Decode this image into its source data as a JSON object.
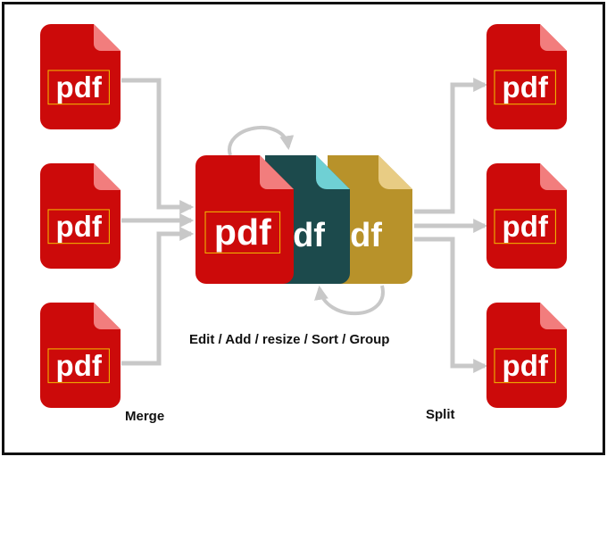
{
  "diagram": {
    "colors": {
      "red_file": "#cc0a0a",
      "red_fold": "#f27d7d",
      "teal_file": "#1c4a4c",
      "teal_fold": "#6fd0d4",
      "gold_file": "#b8922a",
      "gold_fold": "#e8cc84",
      "label_box": "#f2c000",
      "arrow": "#c8c8c8",
      "frame": "#111111"
    },
    "file_label": "pdf",
    "back_label_teal": "df",
    "back_label_gold": "df",
    "captions": {
      "center": "Edit / Add / resize / Sort / Group",
      "merge": "Merge",
      "split": "Split"
    }
  }
}
